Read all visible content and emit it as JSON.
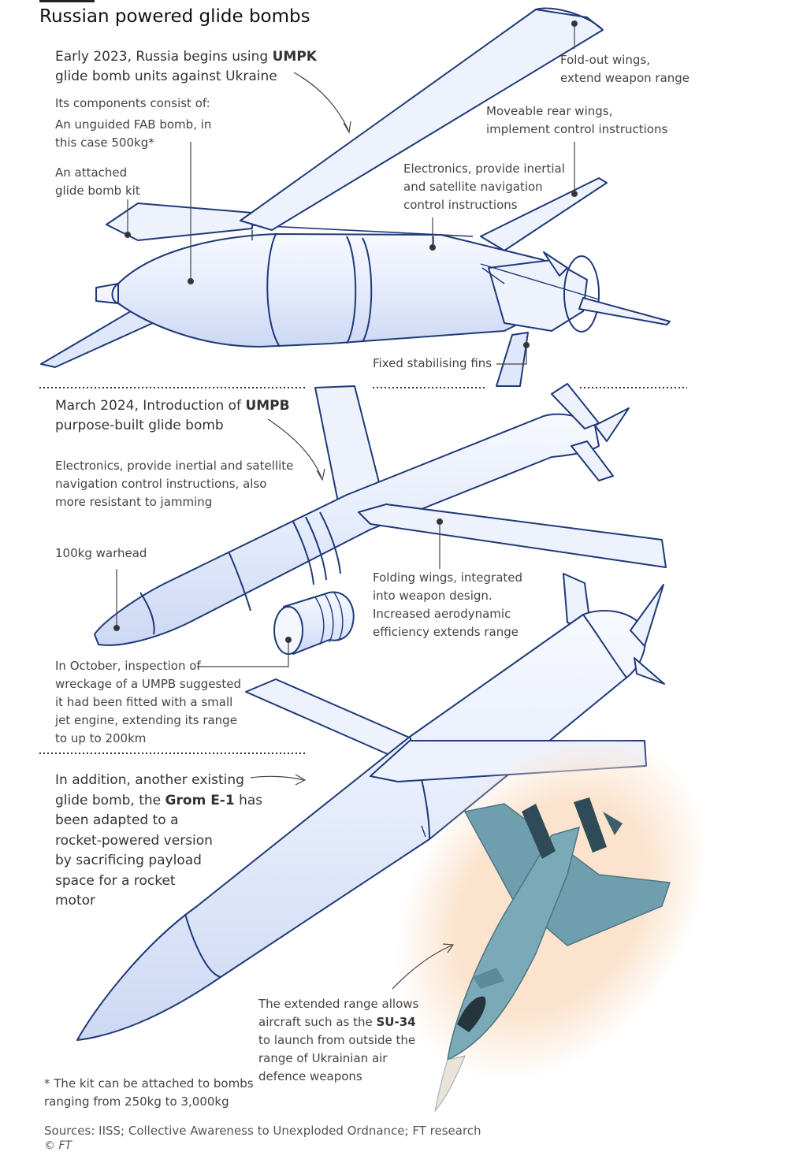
{
  "title": "Russian powered glide bombs",
  "umpk": {
    "intro_pre": "Early 2023, Russia begins using ",
    "intro_bold": "UMPK",
    "intro_line2": "glide bomb units against Ukraine",
    "components": "Its components consist of:",
    "fab_1": "An unguided FAB bomb, in",
    "fab_2": "this case 500kg*",
    "kit_1": "An attached",
    "kit_2": "glide bomb kit",
    "wings_1": "Fold-out wings,",
    "wings_2": "extend weapon range",
    "rear_1": "Moveable rear wings,",
    "rear_2": "implement control instructions",
    "elec_1": "Electronics, provide inertial",
    "elec_2": "and satellite navigation",
    "elec_3": "control instructions",
    "fins": "Fixed stabilising fins"
  },
  "umpb": {
    "intro_pre": "March 2024, Introduction of ",
    "intro_bold": "UMPB",
    "intro_line2": "purpose-built glide bomb",
    "elec_1": "Electronics, provide inertial and satellite",
    "elec_2": "navigation control instructions, also",
    "elec_3": "more resistant to jamming",
    "warhead": "100kg warhead",
    "fold_1": "Folding wings, integrated",
    "fold_2": "into weapon design.",
    "fold_3": "Increased aerodynamic",
    "fold_4": "efficiency extends range",
    "oct_1": "In October, inspection of",
    "oct_2": "wreckage of a UMPB suggested",
    "oct_3": "it had been fitted with a small",
    "oct_4": "jet engine, extending its range",
    "oct_5": "to up to 200km"
  },
  "grom": {
    "l1": "In addition, another existing",
    "l2_pre": "glide bomb, the ",
    "l2_bold": "Grom E-1",
    "l2_post": " has",
    "l3": "been adapted to a",
    "l4": "rocket-powered version",
    "l5": "by sacrificing payload",
    "l6": "space for a rocket",
    "l7": "motor"
  },
  "su34": {
    "l1": "The extended range allows",
    "l2_pre": "aircraft such as the ",
    "l2_bold": "SU-34",
    "l3": "to launch from outside the",
    "l4": "range of Ukrainian air",
    "l5": "defence weapons"
  },
  "footnote_1": "* The kit can be  attached to bombs",
  "footnote_2": "ranging from 250kg to 3,000kg",
  "sources": "Sources: IISS; Collective Awareness to Unexploded Ordnance; FT research",
  "copyright": "© FT",
  "colors": {
    "outline": "#1f3a78",
    "fill": "#e6ecfb",
    "fill_light": "#f5f7fe",
    "aircraft": "#6f9fae",
    "aircraft_dark": "#2f4b58",
    "glow": "#fbe6d3"
  }
}
